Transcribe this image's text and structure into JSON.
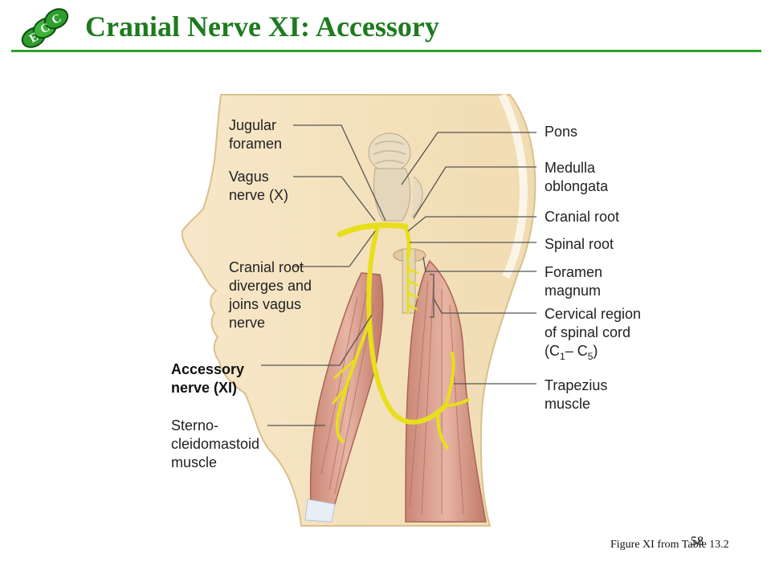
{
  "slide": {
    "title": "Cranial Nerve XI: Accessory",
    "logo_icon": "ecc-logo",
    "accent_color": "#2ea12e",
    "title_color": "#1f7a1f",
    "page_number": "58",
    "caption": "Figure XI from Table 13.2"
  },
  "labels": {
    "jugular_foramen": [
      "Jugular",
      "foramen"
    ],
    "vagus_nerve": [
      "Vagus",
      "nerve (X)"
    ],
    "cranial_root_diverges": [
      "Cranial root",
      "diverges and",
      "joins vagus",
      "nerve"
    ],
    "accessory_nerve": [
      "Accessory",
      "nerve (XI)"
    ],
    "sternocleidomastoid": [
      "Sterno-",
      "cleidomastoid",
      "muscle"
    ],
    "pons": "Pons",
    "medulla": [
      "Medulla",
      "oblongata"
    ],
    "cranial_root": "Cranial root",
    "spinal_root": "Spinal root",
    "foramen_magnum": [
      "Foramen",
      "magnum"
    ],
    "cervical_region": [
      "Cervical region",
      "of spinal cord"
    ],
    "cervical_range": {
      "open": "(C",
      "sub1": "1",
      "dash": "– C",
      "sub2": "5",
      "close": ")"
    },
    "trapezius": [
      "Trapezius",
      "muscle"
    ]
  }
}
